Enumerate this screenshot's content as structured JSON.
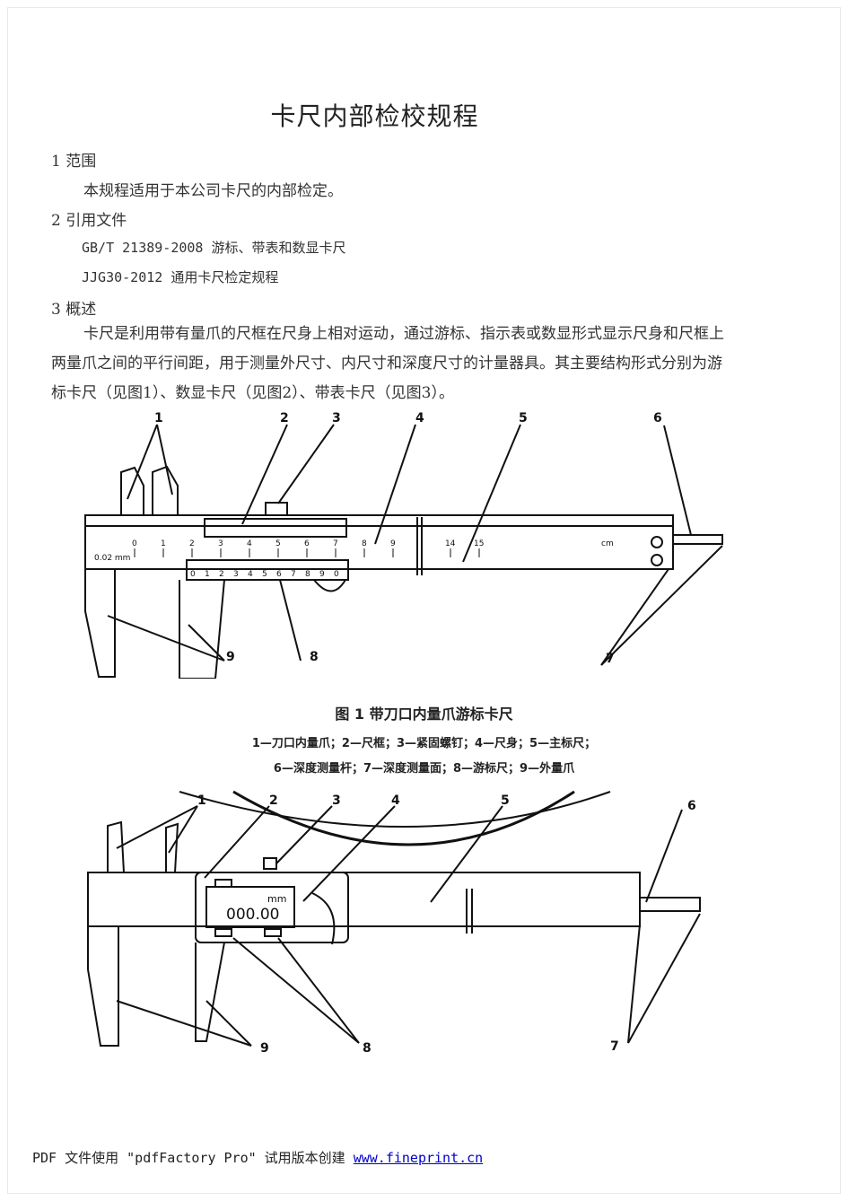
{
  "doc": {
    "title": "卡尺内部检校规程",
    "s1_heading": "1 范围",
    "s1_text": "本规程适用于本公司卡尺的内部检定。",
    "s2_heading": "2 引用文件",
    "ref1": "GB/T 21389-2008  游标、带表和数显卡尺",
    "ref2": "JJG30-2012 通用卡尺检定规程",
    "s3_heading": "3 概述",
    "s3_text": "卡尺是利用带有量爪的尺框在尺身上相对运动，通过游标、指示表或数显形式显示尺身和尺框上两量爪之间的平行间距，用于测量外尺寸、内尺寸和深度尺寸的计量器具。其主要结构形式分别为游标卡尺（见图1）、数显卡尺（见图2）、带表卡尺（见图3）。"
  },
  "figure1": {
    "callouts": [
      "1",
      "2",
      "3",
      "4",
      "5",
      "6",
      "7",
      "8",
      "9"
    ],
    "scale_label": "0.02 mm",
    "main_scale_numbers": [
      "0",
      "1",
      "2",
      "3",
      "4",
      "5",
      "6",
      "7",
      "8",
      "9",
      "14",
      "15"
    ],
    "unit": "cm",
    "vernier_numbers": [
      "0",
      "1",
      "2",
      "3",
      "4",
      "5",
      "6",
      "7",
      "8",
      "9",
      "0"
    ],
    "caption": "图 1    带刀口内量爪游标卡尺",
    "legend_line1": "1—刀口内量爪；2—尺框；3—紧固螺钉；4—尺身；5—主标尺；",
    "legend_line2": "6—深度测量杆；7—深度测量面；8—游标尺；9—外量爪"
  },
  "figure2": {
    "callouts": [
      "1",
      "2",
      "3",
      "4",
      "5",
      "6",
      "7",
      "8",
      "9"
    ],
    "display_unit": "mm",
    "display_value": "000.00"
  },
  "footer": {
    "text": "PDF 文件使用 \"pdfFactory Pro\" 试用版本创建 ",
    "link": "www.fineprint.cn"
  }
}
